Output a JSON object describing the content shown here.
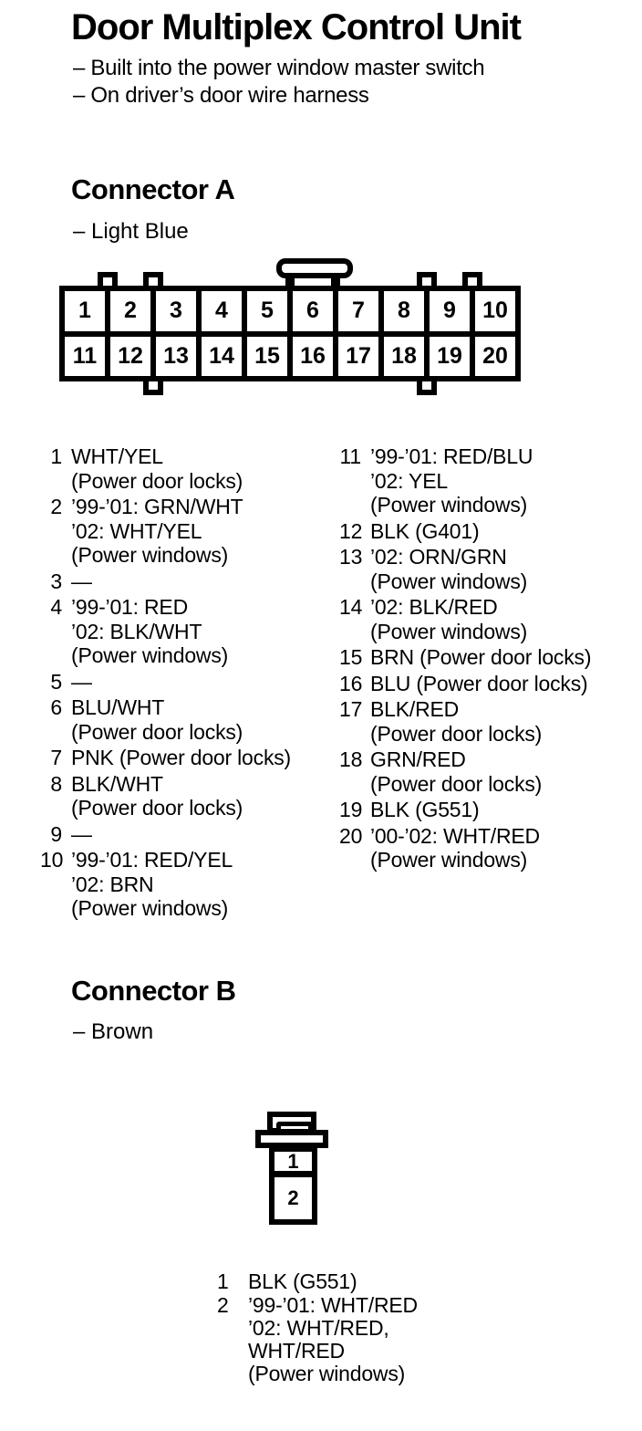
{
  "page": {
    "title": "Door Multiplex Control Unit",
    "notes": [
      "– Built into the power window master switch",
      "– On driver’s door wire harness"
    ]
  },
  "connector_a": {
    "heading": "Connector A",
    "color_note": "– Light Blue",
    "cavity_numbers": [
      "1",
      "2",
      "3",
      "4",
      "5",
      "6",
      "7",
      "8",
      "9",
      "10",
      "11",
      "12",
      "13",
      "14",
      "15",
      "16",
      "17",
      "18",
      "19",
      "20"
    ],
    "pins_left": [
      {
        "pin": "1",
        "lines": [
          "WHT/YEL",
          "(Power door locks)"
        ]
      },
      {
        "pin": "2",
        "lines": [
          "’99-’01: GRN/WHT",
          "’02: WHT/YEL",
          "(Power windows)"
        ]
      },
      {
        "pin": "3",
        "lines": [
          "—"
        ]
      },
      {
        "pin": "4",
        "lines": [
          "’99-’01: RED",
          "’02: BLK/WHT",
          "(Power windows)"
        ]
      },
      {
        "pin": "5",
        "lines": [
          "—"
        ]
      },
      {
        "pin": "6",
        "lines": [
          "BLU/WHT",
          "(Power door locks)"
        ]
      },
      {
        "pin": "7",
        "lines": [
          "PNK (Power door locks)"
        ]
      },
      {
        "pin": "8",
        "lines": [
          "BLK/WHT",
          "(Power door locks)"
        ]
      },
      {
        "pin": "9",
        "lines": [
          "—"
        ]
      },
      {
        "pin": "10",
        "lines": [
          "’99-’01: RED/YEL",
          "’02: BRN",
          "(Power windows)"
        ]
      }
    ],
    "pins_right": [
      {
        "pin": "11",
        "lines": [
          "’99-’01: RED/BLU",
          "’02: YEL",
          "(Power windows)"
        ]
      },
      {
        "pin": "12",
        "lines": [
          "BLK (G401)"
        ]
      },
      {
        "pin": "13",
        "lines": [
          "’02: ORN/GRN",
          "(Power windows)"
        ]
      },
      {
        "pin": "14",
        "lines": [
          "’02: BLK/RED",
          "(Power windows)"
        ]
      },
      {
        "pin": "15",
        "lines": [
          "BRN (Power door locks)"
        ]
      },
      {
        "pin": "16",
        "lines": [
          "BLU (Power door locks)"
        ]
      },
      {
        "pin": "17",
        "lines": [
          "BLK/RED",
          "(Power door locks)"
        ]
      },
      {
        "pin": "18",
        "lines": [
          "GRN/RED",
          "(Power door locks)"
        ]
      },
      {
        "pin": "19",
        "lines": [
          "BLK (G551)"
        ]
      },
      {
        "pin": "20",
        "lines": [
          "’00-’02: WHT/RED",
          "(Power windows)"
        ]
      }
    ]
  },
  "connector_b": {
    "heading": "Connector B",
    "color_note": "– Brown",
    "cavity_numbers": [
      "1",
      "2"
    ],
    "pins": [
      {
        "pin": "1",
        "lines": [
          "BLK (G551)"
        ]
      },
      {
        "pin": "2",
        "lines": [
          "’99-’01: WHT/RED",
          "’02: WHT/RED,",
          "WHT/RED",
          "(Power windows)"
        ]
      }
    ]
  },
  "colors": {
    "ink": "#000000",
    "paper": "#ffffff"
  }
}
